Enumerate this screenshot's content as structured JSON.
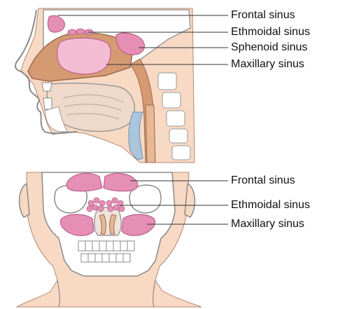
{
  "sagittal_view": {
    "labels": {
      "frontal": "Frontal sinus",
      "ethmoidal": "Ethmoidal sinus",
      "sphenoid": "Sphenoid sinus",
      "maxillary": "Maxillary sinus"
    }
  },
  "frontal_view": {
    "labels": {
      "frontal": "Frontal sinus",
      "ethmoidal": "Ethmoidal sinus",
      "maxillary": "Maxillary sinus"
    }
  },
  "colors": {
    "skin": "#f7d9c4",
    "sinus_pink": "#e68fb5",
    "sinus_pink_light": "#f4bcd3",
    "cavity_tan": "#d59a72",
    "bone": "#ffffff",
    "outline": "#8a8a8a",
    "vertebra_blue": "#a9c6dd",
    "leader_line": "#333333"
  }
}
